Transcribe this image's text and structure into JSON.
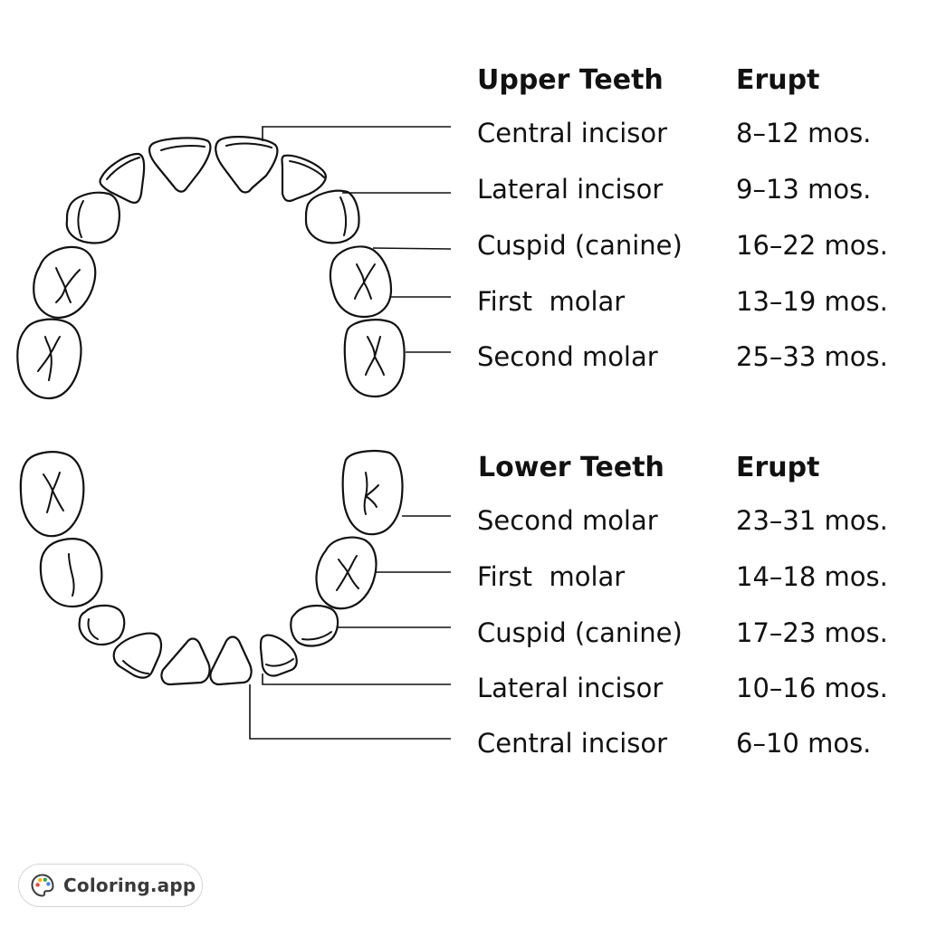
{
  "upper": {
    "heading": "Upper Teeth",
    "erupt_heading": "Erupt",
    "rows": [
      {
        "tooth": "Central incisor",
        "erupt": "8–12 mos."
      },
      {
        "tooth": "Lateral incisor",
        "erupt": "9–13 mos."
      },
      {
        "tooth": "Cuspid (canine)",
        "erupt": "16–22 mos."
      },
      {
        "tooth": "First  molar",
        "erupt": "13–19 mos."
      },
      {
        "tooth": "Second molar",
        "erupt": "25–33 mos."
      }
    ]
  },
  "lower": {
    "heading": "Lower Teeth",
    "erupt_heading": "Erupt",
    "rows": [
      {
        "tooth": "Second molar",
        "erupt": "23–31 mos."
      },
      {
        "tooth": "First  molar",
        "erupt": "14–18 mos."
      },
      {
        "tooth": "Cuspid (canine)",
        "erupt": "17–23 mos."
      },
      {
        "tooth": "Lateral incisor",
        "erupt": "10–16 mos."
      },
      {
        "tooth": "Central incisor",
        "erupt": "6–10 mos."
      }
    ]
  },
  "footer": {
    "brand": "Coloring.app",
    "logo_icon": "palette-icon",
    "logo_colors": [
      "#e8453c",
      "#f5b400",
      "#34a853",
      "#4285f4"
    ]
  }
}
